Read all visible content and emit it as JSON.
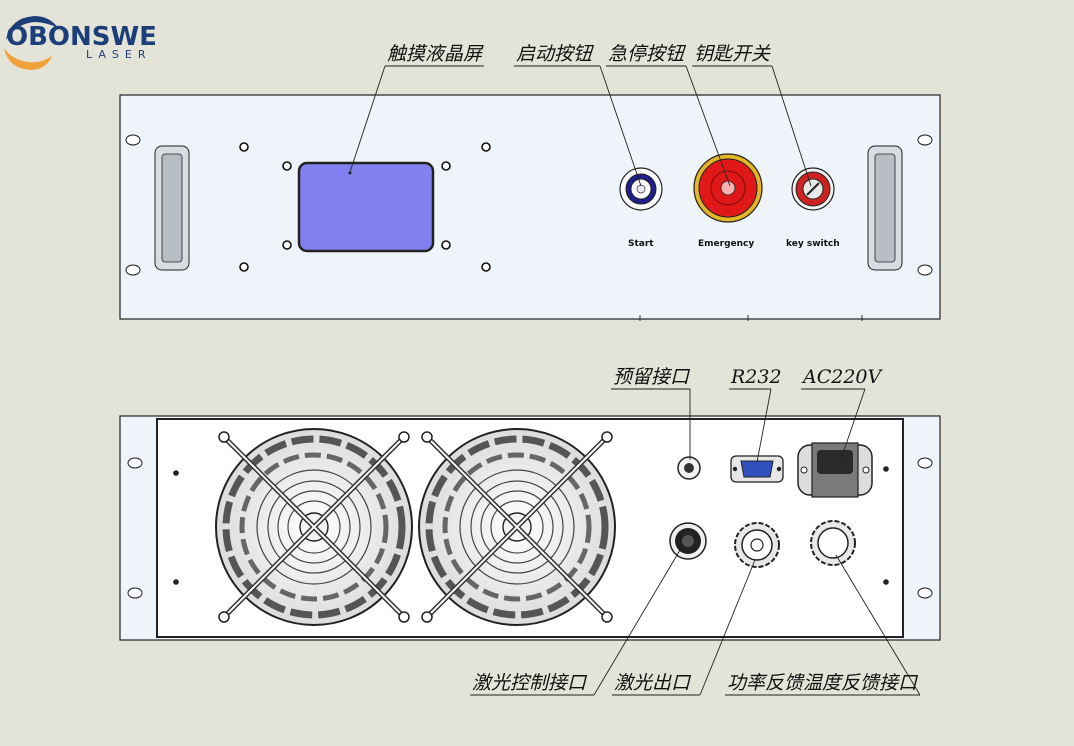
{
  "logo": {
    "brand": "OBONSWE",
    "sub": "LASER"
  },
  "front_panel": {
    "callouts": {
      "touch_screen": "触摸液晶屏",
      "start_button": "启动按钮",
      "emergency_button": "急停按钮",
      "key_switch": "钥匙开关"
    },
    "labels": {
      "start": "Start",
      "emergency": "Emergency",
      "key_switch": "key switch"
    }
  },
  "rear_panel": {
    "callouts": {
      "reserved_port": "预留接口",
      "r232": "R232",
      "ac220v": "AC220V",
      "laser_control_port": "激光控制接口",
      "laser_output": "激光出口",
      "power_temp_feedback": "功率反馈温度反馈接口"
    }
  },
  "colors": {
    "background": "#e3e3d8",
    "panel": "#eef4fa",
    "screen": "#8080f0",
    "emergency_red": "#e01818",
    "emergency_ring": "#e3b626",
    "logo_blue": "#1c3f7a",
    "logo_orange": "#f2a03a"
  }
}
